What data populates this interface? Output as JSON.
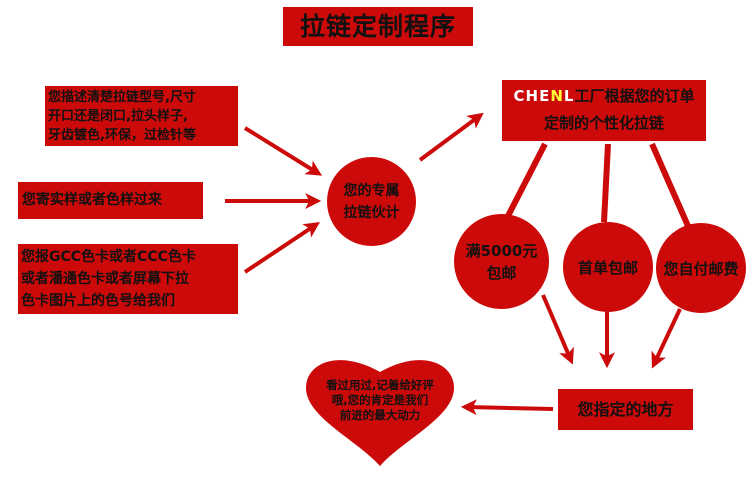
{
  "title": "拉链定制程序",
  "inputs": [
    {
      "lines": [
        "您描述清楚拉链型号,尺寸",
        "开口还是闭口,拉头样子,",
        "牙齿镀色,环保，过检针等"
      ]
    },
    {
      "lines": [
        "您寄实样或者色样过来"
      ]
    },
    {
      "lines": [
        "您报GCC色卡或者CCC色卡",
        "或者潘通色卡或者屏幕下拉",
        "色卡图片上的色号给我们"
      ]
    }
  ],
  "hub": {
    "lines": [
      "您的专属",
      "拉链伙计"
    ]
  },
  "factory": {
    "brand_pre": "CHE",
    "brand_hl": "N",
    "brand_post": "L",
    "line1_rest": "工厂根据您的订单",
    "line2": "定制的个性化拉链"
  },
  "shipping": [
    {
      "lines": [
        "满5000元",
        "包邮"
      ]
    },
    {
      "lines": [
        "首单包邮"
      ]
    },
    {
      "lines": [
        "您自付邮费"
      ]
    }
  ],
  "destination": "您指定的地方",
  "heart": {
    "lines": [
      "看过用过,记着给好评",
      "哦,您的肯定是我们",
      "前进的最大动力"
    ]
  },
  "colors": {
    "red": "#cc0a0a",
    "text": "#111111",
    "brand": "#ffffff",
    "brand_highlight": "#ffff33"
  }
}
